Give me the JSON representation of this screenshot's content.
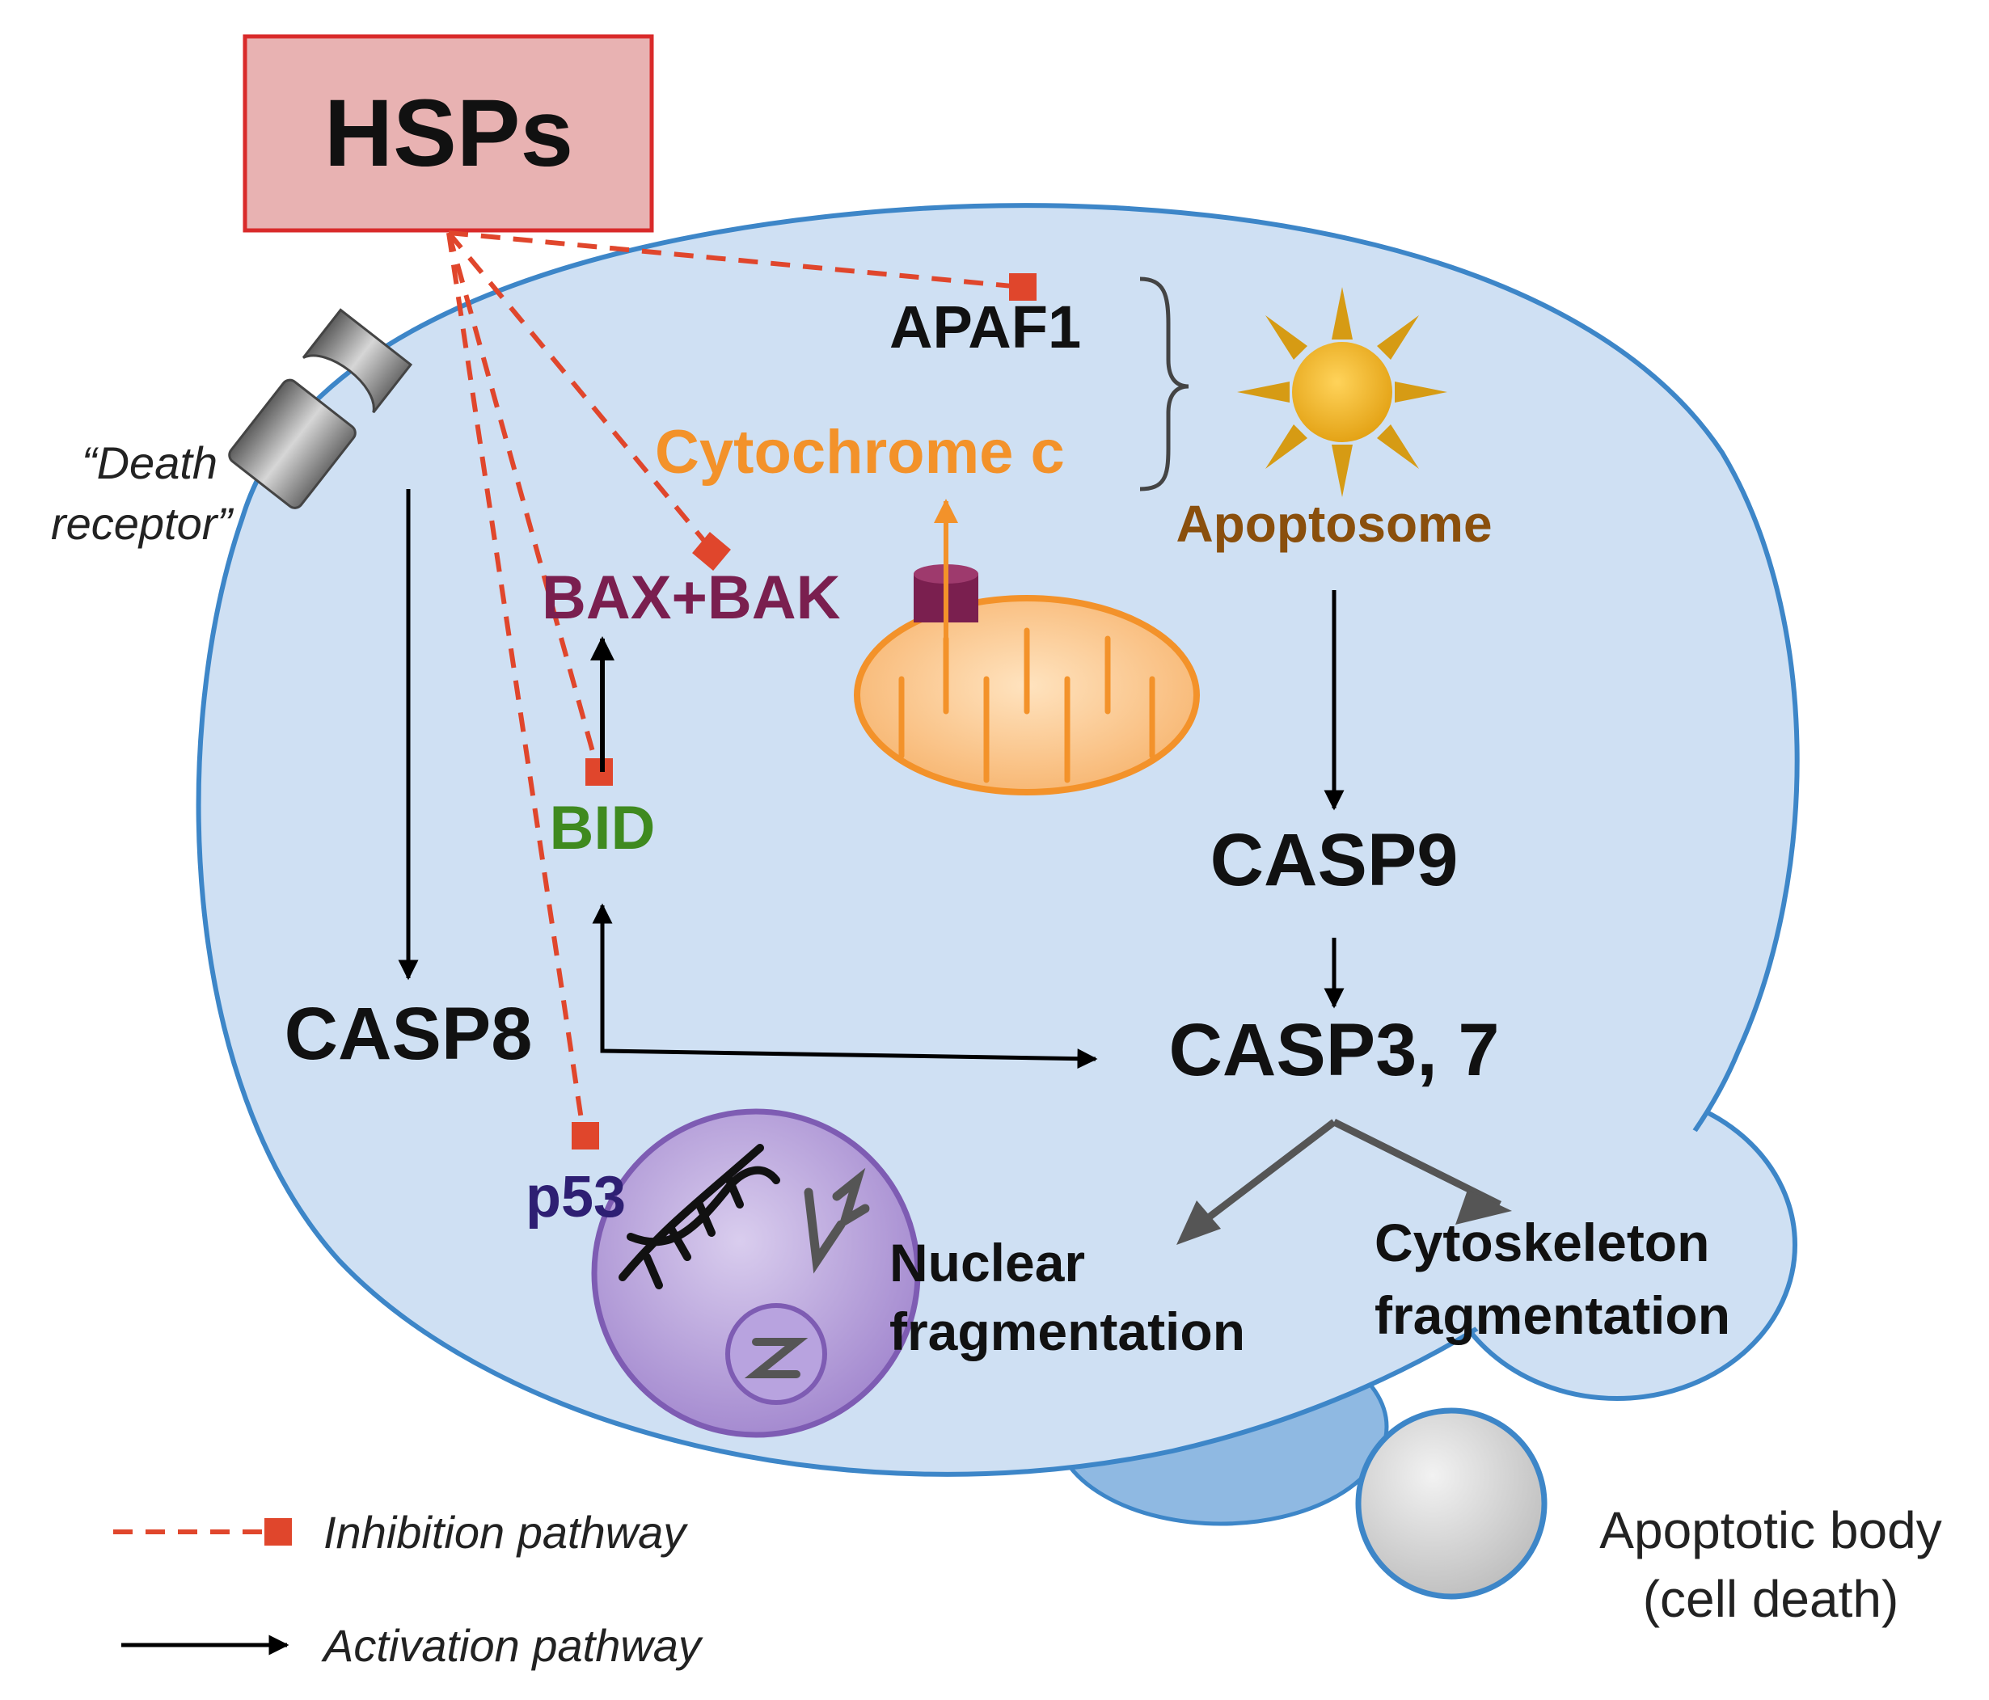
{
  "hsps": "HSPs",
  "death_receptor": {
    "line1": "“Death",
    "line2": "receptor”"
  },
  "apaf1": "APAF1",
  "cytochrome_c": "Cytochrome c",
  "apoptosome": "Apoptosome",
  "bax_bak": "BAX+BAK",
  "bid": "BID",
  "casp8": "CASP8",
  "casp9": "CASP9",
  "casp3_7": "CASP3, 7",
  "p53": "p53",
  "nuclear_fragmentation": {
    "line1": "Nuclear",
    "line2": "fragmentation"
  },
  "cytoskeleton_fragmentation": {
    "line1": "Cytoskeleton",
    "line2": "fragmentation"
  },
  "apoptotic_body": {
    "line1": "Apoptotic body",
    "line2": "(cell death)"
  },
  "legend": {
    "inhibition": "Inhibition pathway",
    "activation": "Activation pathway"
  },
  "colors": {
    "cell_fill": "#cfe0f3",
    "cell_stroke": "#3d86c8",
    "inhibition": "#e0462c",
    "mito": "#f3922a",
    "bax": "#7a1f4f",
    "bid": "#3f8a1f",
    "apoptosome": "#8a4f0c",
    "p53": "#2e1f73",
    "nucleus": "#a58bd0"
  }
}
